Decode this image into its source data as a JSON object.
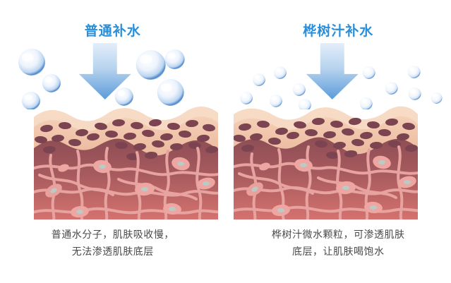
{
  "background_color": "#ffffff",
  "theme": {
    "title_color": "#2a8fd8",
    "caption_color": "#4a4a4a",
    "bubble_ring_color": "#2f6fc0",
    "bubble_fill_color": "#e8f0fb",
    "arrow_top_color": "#d8e7f7",
    "arrow_bottom_color": "#5b9bd9",
    "epidermis_color": "#eab79a",
    "epidermis_top_color": "#f3cdb4",
    "epidermis_cell_color": "#7a4450",
    "dermis_top_color": "#8f4f57",
    "dermis_bottom_color": "#cf6f6d",
    "fiber_color": "#e8a4a0",
    "nucleus_color": "#b9cfc8"
  },
  "panels": [
    {
      "id": "ordinary-water",
      "title": "普通补水",
      "arrow_icon": "down-arrow-icon",
      "bubble_size": "large",
      "bubble_count": 7,
      "caption_lines": [
        "普通水分子，肌肤吸收慢，",
        "无法渗透肌肤底层"
      ],
      "skin_diagram": {
        "layers": [
          "表皮层",
          "真皮层"
        ],
        "penetration": "none"
      }
    },
    {
      "id": "birch-sap-water",
      "title": "桦树汁补水",
      "arrow_icon": "down-arrow-icon",
      "bubble_size": "small",
      "bubble_count": 12,
      "caption_lines": [
        "桦树汁微水颗粒，可渗透肌肤",
        "底层，让肌肤喝饱水"
      ],
      "skin_diagram": {
        "layers": [
          "表皮层",
          "真皮层"
        ],
        "penetration": "deep"
      }
    }
  ]
}
